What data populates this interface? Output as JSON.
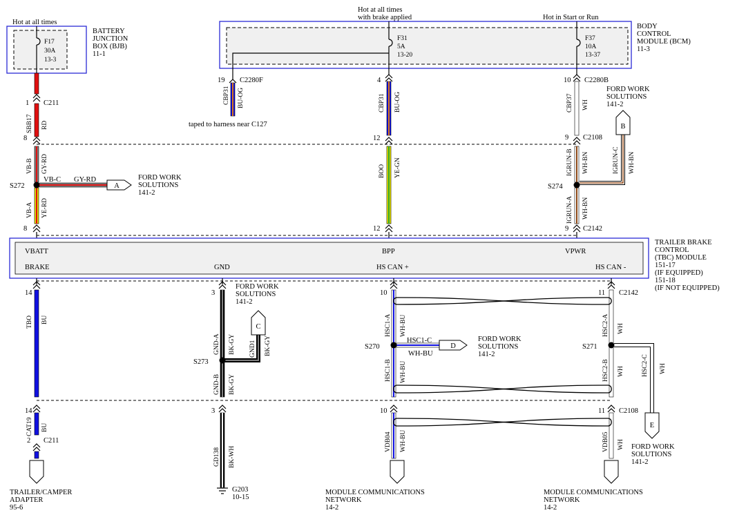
{
  "supply": {
    "bjb_hot": "Hot at all times",
    "brake_hot_1": "Hot at all times",
    "brake_hot_2": "with brake applied",
    "run_hot": "Hot in Start or Run"
  },
  "bjb": {
    "title": [
      "BATTERY",
      "JUNCTION",
      "BOX (BJB)",
      "11-1"
    ],
    "fuse": [
      "F17",
      "30A",
      "13-3"
    ]
  },
  "bcm": {
    "title": [
      "BODY",
      "CONTROL",
      "MODULE (BCM)",
      "11-3"
    ],
    "fuse_f31": [
      "F31",
      "5A",
      "13-20"
    ],
    "fuse_f37": [
      "F37",
      "10A",
      "13-37"
    ]
  },
  "tbc": {
    "title": [
      "TRAILER BRAKE",
      "CONTROL",
      "(TBC) MODULE",
      "151-17",
      "(IF EQUIPPED)",
      "151-18",
      "(IF NOT EQUIPPED)"
    ],
    "pins_top": [
      "VBATT",
      "BPP",
      "VPWR"
    ],
    "pins_bottom": [
      "BRAKE",
      "GND",
      "HS CAN +",
      "HS CAN -"
    ]
  },
  "connectors": {
    "c2280f": "C2280F",
    "c2280b": "C2280B",
    "c211": "C211",
    "c2108": "C2108",
    "c2142": "C2142"
  },
  "pins": {
    "p19": "19",
    "p4": "4",
    "p10": "10",
    "p1": "1",
    "p8": "8",
    "p12": "12",
    "p9": "9",
    "p14": "14",
    "p3": "3",
    "p11": "11",
    "p2": "2"
  },
  "circuits": {
    "cbp31": "CBP31",
    "buog": "BU-OG",
    "cbp37": "CBP37",
    "wh": "WH",
    "sbb17": "SBB17",
    "rd": "RD",
    "vbb": "VB-B",
    "gyrd": "GY-RD",
    "vbc": "VB-C",
    "vba": "VB-A",
    "yerd": "YE-RD",
    "boo": "BOO",
    "yegn": "YE-GN",
    "igrunb": "IGRUN-B",
    "whbn": "WH-BN",
    "igrunc": "IGRUN-C",
    "igruna": "IGRUN-A",
    "tbo": "TBO",
    "bu": "BU",
    "gnda": "GND-A",
    "bkgy": "BK-GY",
    "gnd1": "GND1",
    "gndb": "GND-B",
    "hsc1a": "HSC1-A",
    "whbu": "WH-BU",
    "hsc1c": "HSC1-C",
    "hsc1b": "HSC1-B",
    "hsc2a": "HSC2-A",
    "hsc2c": "HSC2-C",
    "hsc2b": "HSC2-B",
    "cat19": "CAT19",
    "gd138": "GD138",
    "bkwh": "BK-WH",
    "vdb04": "VDB04",
    "vdb05": "VDB05"
  },
  "splices": {
    "s272": "S272",
    "s274": "S274",
    "s273": "S273",
    "s270": "S270",
    "s271": "S271"
  },
  "notes": {
    "taped": "taped to harness near C127"
  },
  "offpage": {
    "a": "A",
    "b": "B",
    "c": "C",
    "d": "D",
    "e": "E",
    "fws_1": "FORD WORK",
    "fws_2": "SOLUTIONS",
    "fws_3": "141-2"
  },
  "bottom": {
    "trailer_1": "TRAILER/CAMPER",
    "trailer_2": "ADAPTER",
    "trailer_3": "95-6",
    "g203": "G203",
    "g203_ref": "10-15",
    "mcn_1": "MODULE COMMUNICATIONS",
    "mcn_2": "NETWORK",
    "mcn_3": "14-2"
  },
  "colors": {
    "module_border": "#2a2ad6",
    "module_fill": "#f0f0f0",
    "red": "#e01010",
    "blue": "#1010e0",
    "yellow": "#e6e600",
    "black": "#000000"
  }
}
